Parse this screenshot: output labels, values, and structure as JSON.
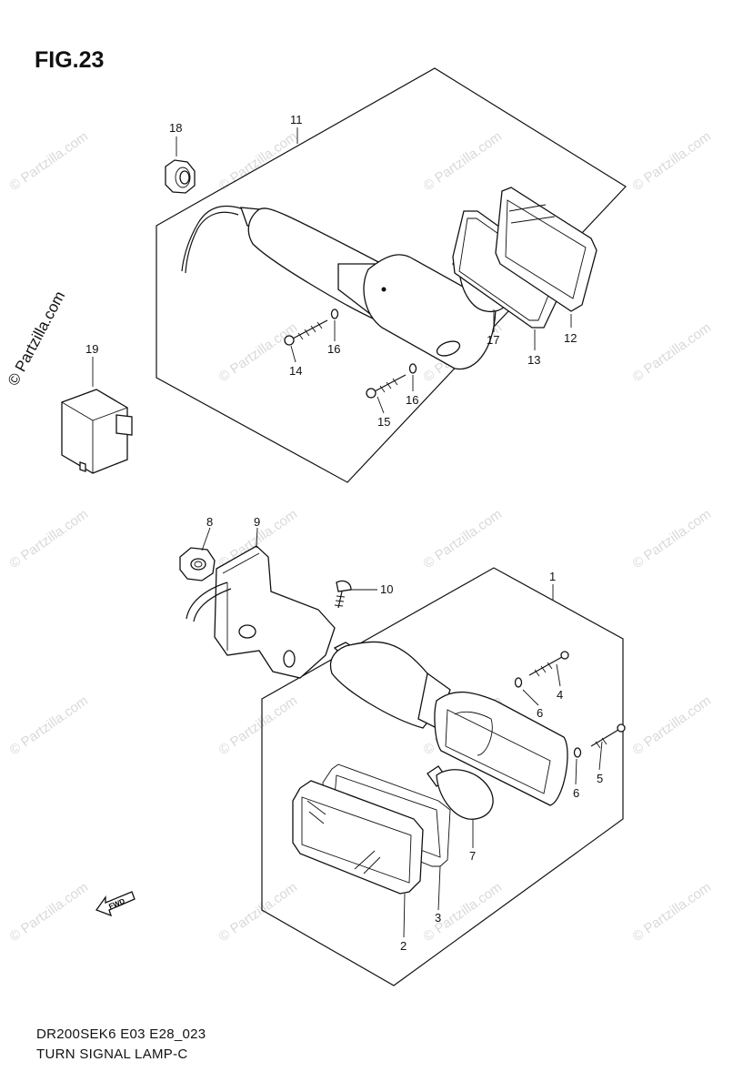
{
  "figure": {
    "title": "FIG.23"
  },
  "watermark": {
    "text": "© Partzilla.com"
  },
  "footer": {
    "model_code": "DR200SEK6 E03 E28_023",
    "part_name": "TURN SIGNAL LAMP-C"
  },
  "fwd_label": "FWD",
  "callouts": {
    "c1": "1",
    "c2": "2",
    "c3": "3",
    "c4": "4",
    "c5": "5",
    "c6a": "6",
    "c6b": "6",
    "c7": "7",
    "c8": "8",
    "c9": "9",
    "c10": "10",
    "c11": "11",
    "c12": "12",
    "c13": "13",
    "c14": "14",
    "c15": "15",
    "c16a": "16",
    "c16b": "16",
    "c17": "17",
    "c18": "18",
    "c19": "19"
  }
}
